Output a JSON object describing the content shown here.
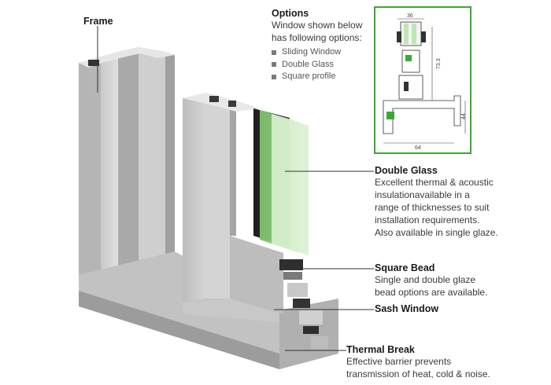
{
  "frame": {
    "label": "Frame"
  },
  "options": {
    "title": "Options",
    "intro": "Window shown below has following options:",
    "items": [
      "Sliding Window",
      "Double Glass",
      "Square profile"
    ]
  },
  "detail": {
    "dim_top": "36",
    "dim_side": "73.3",
    "dim_right": "44",
    "dim_bottom": "64"
  },
  "callouts": {
    "double_glass": {
      "title": "Double Glass",
      "lines": [
        "Excellent thermal & acoustic",
        "insulationavailable in a",
        "range of thicknesses to suit",
        "installation requirements.",
        "Also available in single glaze."
      ]
    },
    "square_bead": {
      "title": "Square Bead",
      "lines": [
        "Single and double glaze",
        "bead options are available."
      ]
    },
    "sash_window": {
      "title": "Sash Window"
    },
    "thermal_break": {
      "title": "Thermal Break",
      "lines": [
        "Effective barrier prevents",
        "transmission of heat, cold & noise."
      ]
    }
  },
  "colors": {
    "accent_green": "#3aa835",
    "glass_green": "#b9e6a8",
    "aluminium_light": "#d8d8d8",
    "aluminium_mid": "#b7b7b7",
    "aluminium_dark": "#8e8e8e"
  }
}
